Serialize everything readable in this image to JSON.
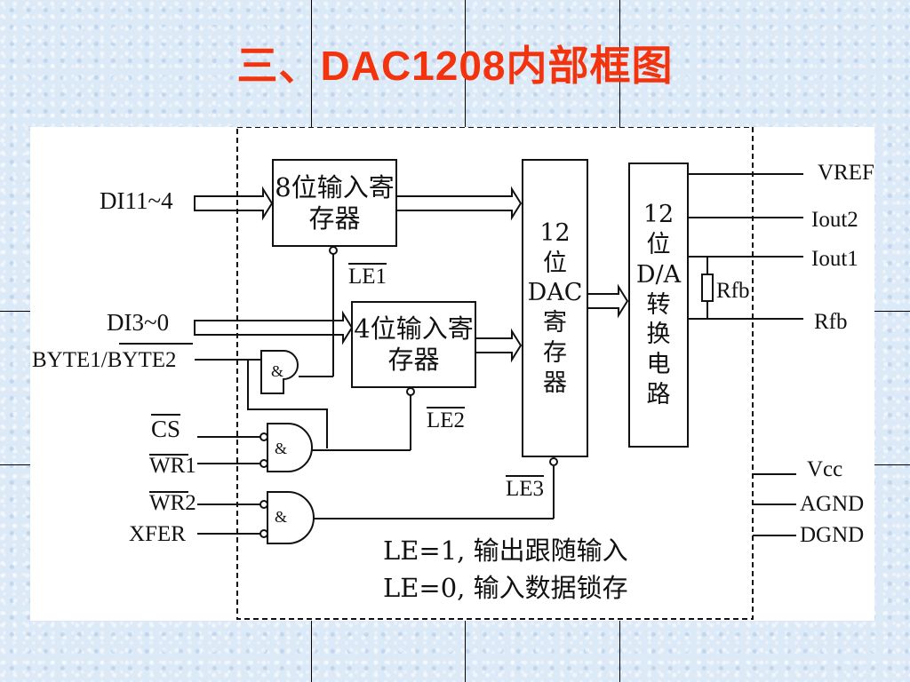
{
  "title": "三、DAC1208内部框图",
  "blocks": {
    "reg8": "8位输入寄存器",
    "reg4": "4位输入寄存器",
    "dac_reg": [
      "12",
      "位",
      "DAC",
      "寄",
      "存",
      "器"
    ],
    "da_conv": [
      "12",
      "位",
      "D/A",
      "转",
      "换",
      "电",
      "路"
    ]
  },
  "inputs": {
    "di_high": "DI11~4",
    "di_low": "DI3~0",
    "byte": "BYTE1/BYTE2",
    "cs": "CS",
    "wr1": "WR1",
    "wr2": "WR2",
    "xfer": "XFER"
  },
  "signals": {
    "le1": "LE1",
    "le2": "LE2",
    "le3": "LE3",
    "gate": "&"
  },
  "outputs": {
    "vref": "VREF",
    "iout2": "Iout2",
    "iout1": "Iout1",
    "rfb": "Rfb",
    "rfb_resistor": "Rfb",
    "vcc": "Vcc",
    "agnd": "AGND",
    "dgnd": "DGND"
  },
  "notes": [
    "LE=1, 输出跟随输入",
    "LE=0, 输入数据锁存"
  ],
  "colors": {
    "title": "#f2330e",
    "background": "#dce9f6"
  }
}
